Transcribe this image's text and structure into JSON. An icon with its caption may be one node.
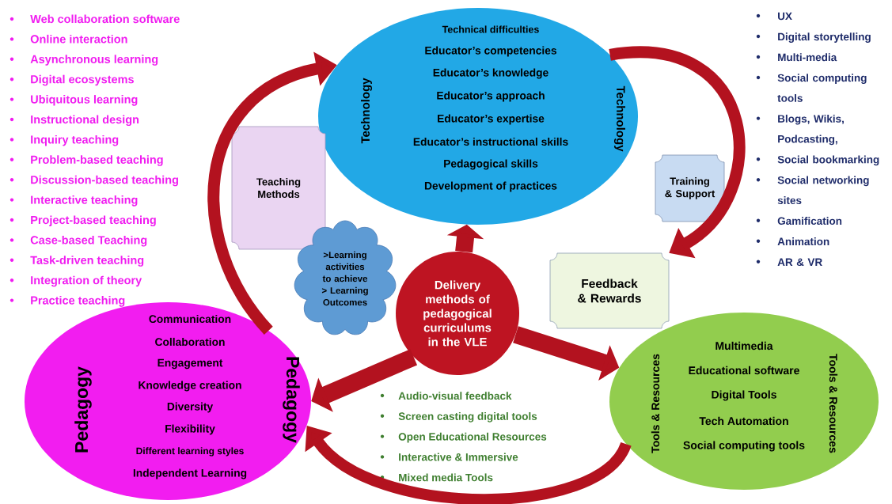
{
  "diagram": {
    "nodes": [
      {
        "text": [
          "Technology",
          "Technical difficulties",
          "Educator’s competencies",
          "Educator’s knowledge",
          "Educator’s approach",
          "Educator’s expertise",
          "Educator’s instructional skills",
          "Pedagogical skills",
          "Development of practices",
          "Technology"
        ]
      },
      {
        "text": [
          "Pedagogy",
          "Communication",
          "Collaboration",
          "Engagement",
          "Knowledge creation",
          "Diversity",
          "Flexibility",
          "Different learning styles",
          "Independent Learning",
          "Pedagogy"
        ]
      },
      {
        "text": [
          "Tools & Resources",
          "Multimedia",
          "Educational software",
          "Digital Tools",
          "Tech Automation",
          "Social computing tools",
          "Tools & Resources"
        ]
      },
      {
        "text": [
          "Delivery methods of pedagogical curriculums in the VLE"
        ]
      },
      {
        "text": [
          "Teaching Methods"
        ]
      },
      {
        "text": [
          "Training & Support"
        ]
      },
      {
        "text": [
          "Feedback & Rewards"
        ]
      },
      {
        "text": [
          ">Learning activities to achieve > Learning Outcomes"
        ]
      }
    ],
    "edges": [
      {
        "from": 1,
        "to": 0,
        "arrow": "to"
      },
      {
        "from": 0,
        "to": 6,
        "arrow": "to"
      },
      {
        "from": 2,
        "to": 1,
        "arrow": "to"
      },
      {
        "from": 3,
        "to": 0,
        "arrow": "to"
      },
      {
        "from": 3,
        "to": 1,
        "arrow": "to"
      },
      {
        "from": 3,
        "to": 2,
        "arrow": "to"
      }
    ],
    "labels": [
      "Web collaboration software",
      "Online interaction",
      "Asynchronous learning",
      "Digital ecosystems",
      "Ubiquitous learning",
      "Instructional design",
      "Inquiry teaching",
      "Problem-based teaching",
      "Discussion-based teaching",
      "Interactive teaching",
      "Project-based teaching",
      "Case-based Teaching",
      "Task-driven teaching",
      "Integration of theory",
      "Practice teaching",
      "UX",
      "Digital storytelling",
      "Multi-media",
      "Social computing tools",
      "Blogs, Wikis, Podcasting,",
      "Social bookmarking",
      "Social networking sites",
      "Gamification",
      "Animation",
      "AR & VR",
      "Audio-visual feedback",
      "Screen casting digital tools",
      "Open Educational Resources",
      "Interactive & Immersive",
      "Mixed media Tools"
    ]
  }
}
